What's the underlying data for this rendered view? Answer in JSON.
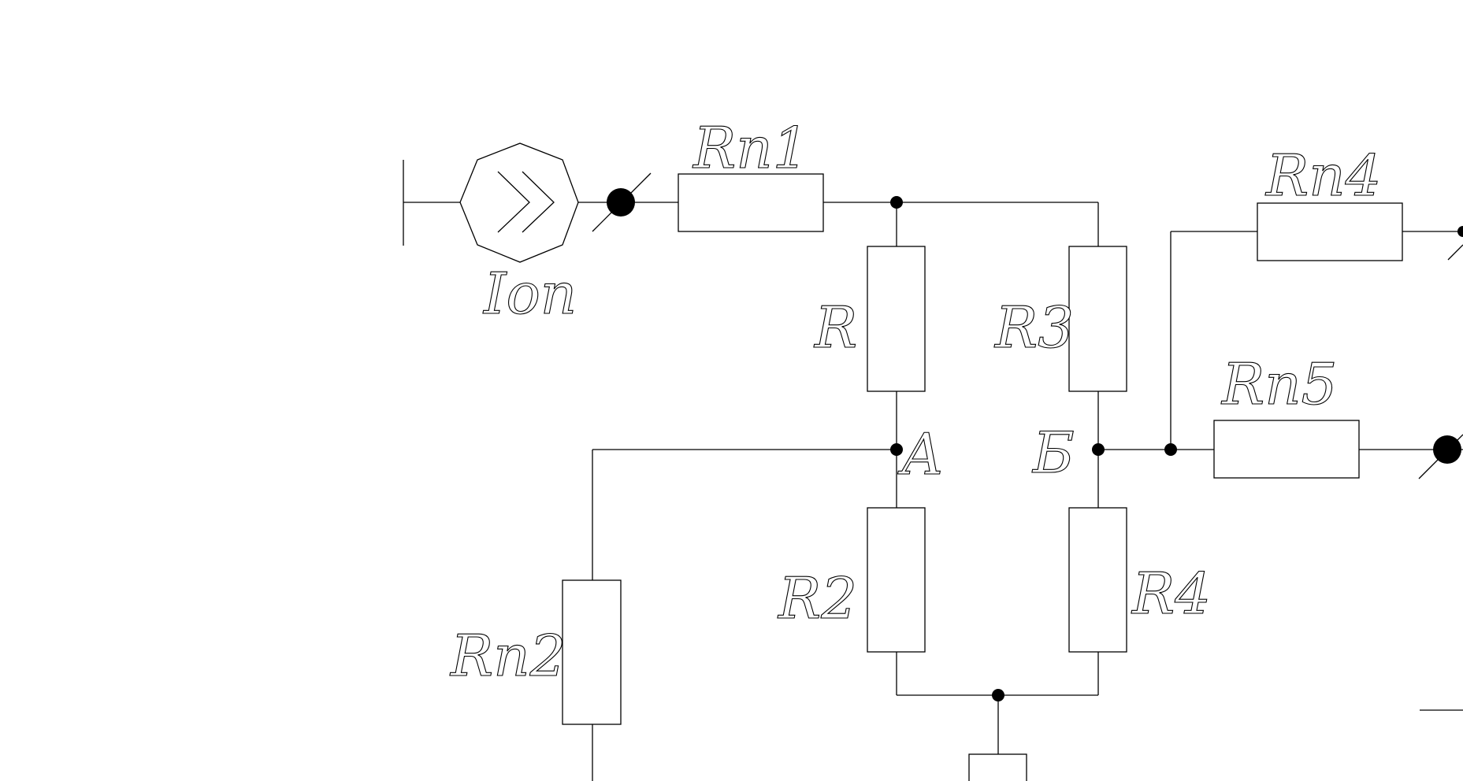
{
  "labels": {
    "source": "Iоп",
    "rp1": "Rп1",
    "rp2": "Rп2",
    "rp4": "Rп4",
    "rp5": "Rп5",
    "r": "R",
    "r2": "R2",
    "r3": "R3",
    "r4": "R4",
    "node_a": "A",
    "node_b": "Б"
  }
}
